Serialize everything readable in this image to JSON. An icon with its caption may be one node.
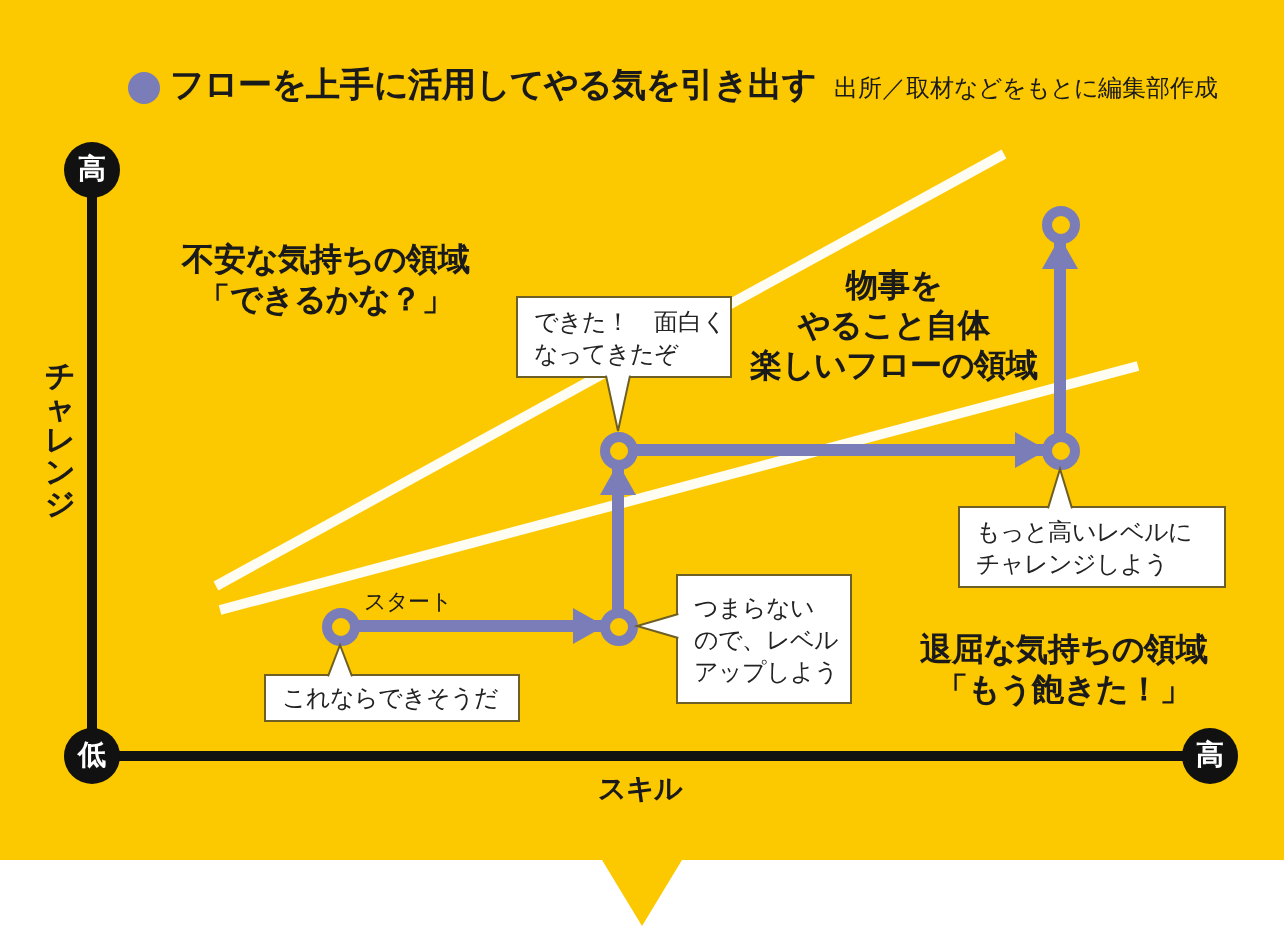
{
  "diagram": {
    "title": "フローを上手に活用してやる気を引き出す",
    "caption": "出所／取材などをもとに編集部作成",
    "nodes": [
      {
        "text": [
          "高"
        ]
      },
      {
        "text": [
          "低"
        ]
      },
      {
        "text": [
          "高"
        ]
      },
      {
        "text": [],
        "shape": "circle"
      },
      {
        "text": [],
        "shape": "circle"
      },
      {
        "text": [],
        "shape": "circle"
      },
      {
        "text": [],
        "shape": "circle"
      },
      {
        "text": [],
        "shape": "circle"
      },
      {
        "text": [
          "これならできそうだ"
        ]
      },
      {
        "text": [
          "つまらないので、レベルアップしよう"
        ]
      },
      {
        "text": [
          "できた！　面白くなってきたぞ"
        ]
      },
      {
        "text": [
          "もっと高いレベルにチャレンジしよう"
        ]
      }
    ],
    "edges": [
      {
        "from": 3,
        "to": 4,
        "arrow": "to",
        "label": "スタート",
        "style": "thick"
      },
      {
        "from": 4,
        "to": 5,
        "arrow": "to",
        "style": "thick"
      },
      {
        "from": 5,
        "to": 6,
        "arrow": "to",
        "style": "thick"
      },
      {
        "from": 6,
        "to": 7,
        "arrow": "to",
        "style": "thick"
      },
      {
        "from": 8,
        "to": 3,
        "arrow": "to",
        "color": "#6e5f27"
      },
      {
        "from": 9,
        "to": 4,
        "arrow": "to",
        "color": "#6e5f27"
      },
      {
        "from": 10,
        "to": 5,
        "arrow": "to",
        "color": "#6e5f27"
      },
      {
        "from": 11,
        "to": 6,
        "arrow": "to",
        "color": "#6e5f27"
      }
    ],
    "labels": [
      "不安な気持ちの領域「できるかな？」",
      "物事をやること自体楽しいフローの領域",
      "チャレンジ",
      "退屈な気持ちの領域「もう飽きた！」",
      "スキル"
    ]
  }
}
